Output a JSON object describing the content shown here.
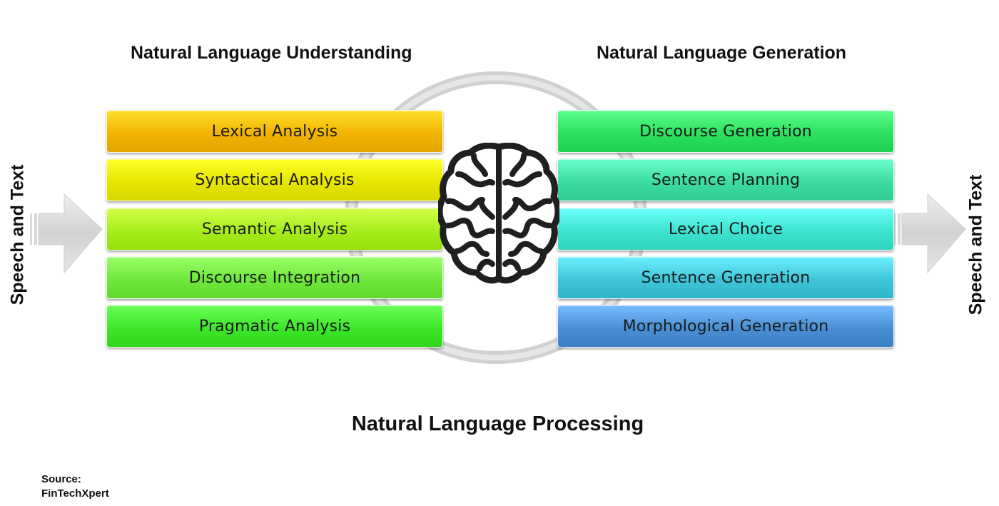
{
  "headings": {
    "nlu": "Natural Language Understanding",
    "nlg": "Natural Language Generation"
  },
  "side_labels": {
    "input": "Speech and Text",
    "output": "Speech and Text"
  },
  "nlu_steps": [
    {
      "label": "Lexical Analysis",
      "color": "#f2b400"
    },
    {
      "label": "Syntactical Analysis",
      "color": "#e6e600"
    },
    {
      "label": "Semantic Analysis",
      "color": "#a6ed1c"
    },
    {
      "label": "Discourse Integration",
      "color": "#6ee83c"
    },
    {
      "label": "Pragmatic Analysis",
      "color": "#3ee62a"
    }
  ],
  "nlg_steps": [
    {
      "label": "Discourse Generation",
      "color": "#2ee060"
    },
    {
      "label": "Sentence Planning",
      "color": "#3ddca0"
    },
    {
      "label": "Lexical Choice",
      "color": "#3ee3cf"
    },
    {
      "label": "Sentence Generation",
      "color": "#40c4d8"
    },
    {
      "label": "Morphological Generation",
      "color": "#4a8fd4"
    }
  ],
  "footer": {
    "title": "Natural Language Processing",
    "source_label": "Source:",
    "source_name": "FinTechXpert"
  },
  "icons": {
    "center": "brain-icon",
    "input": "arrow-right-icon",
    "output": "arrow-right-icon"
  }
}
